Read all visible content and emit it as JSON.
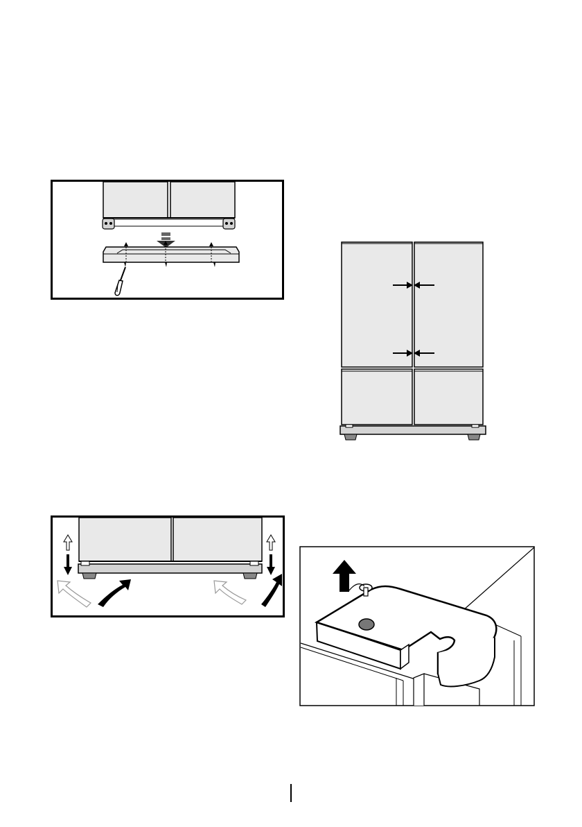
{
  "page": {
    "background": "#ffffff",
    "ink": "#000000",
    "panel_fill": "#e9e9e9",
    "rail_fill": "#d4d4d4"
  },
  "figures": [
    {
      "id": "kickplate-install",
      "icons": [
        "down-arrow-icon",
        "screwdriver-icon",
        "screw-icon"
      ]
    },
    {
      "id": "door-gap-alignment",
      "icons": [
        "arrow-right-icon",
        "arrow-left-icon"
      ]
    },
    {
      "id": "adjustable-feet",
      "icons": [
        "up-down-arrow-icon",
        "rotate-arrow-icon"
      ]
    },
    {
      "id": "hinge-cover-removal",
      "icons": [
        "up-arrow-icon",
        "screw-icon"
      ]
    }
  ]
}
